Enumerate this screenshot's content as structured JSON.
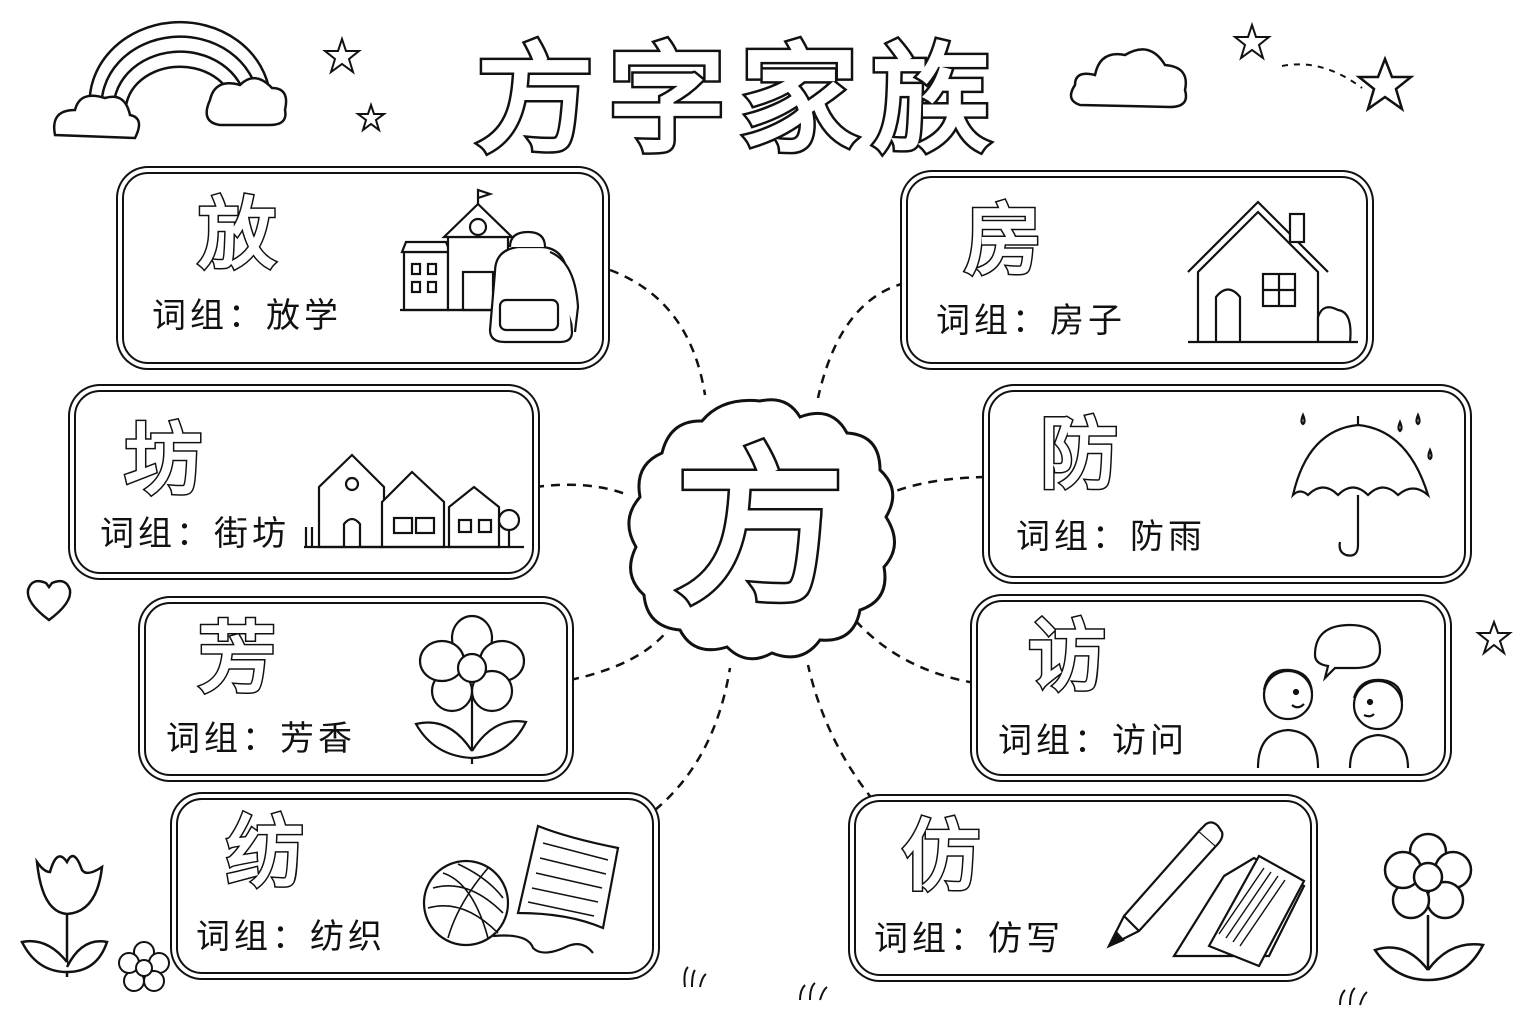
{
  "title": "方字家族",
  "center_char": "方",
  "cards": [
    {
      "char": "放",
      "words": "词组：放学",
      "picture": "school-and-backpack"
    },
    {
      "char": "坊",
      "words": "词组：街坊",
      "picture": "row-of-houses"
    },
    {
      "char": "芳",
      "words": "词组：芳香",
      "picture": "flower"
    },
    {
      "char": "纺",
      "words": "词组：纺织",
      "picture": "yarn-and-cloth"
    },
    {
      "char": "房",
      "words": "词组：房子",
      "picture": "house"
    },
    {
      "char": "防",
      "words": "词组：防雨",
      "picture": "umbrella-in-rain"
    },
    {
      "char": "访",
      "words": "词组：访问",
      "picture": "two-children-talking"
    },
    {
      "char": "仿",
      "words": "词组：仿写",
      "picture": "pencil-and-notebook"
    }
  ],
  "decorations": [
    "rainbow-icon",
    "cloud-icon",
    "star-icon",
    "heart-icon",
    "tulip-icon",
    "daisy-icon",
    "grass-icon"
  ],
  "colors": {
    "line": "#111111",
    "background": "#ffffff"
  }
}
